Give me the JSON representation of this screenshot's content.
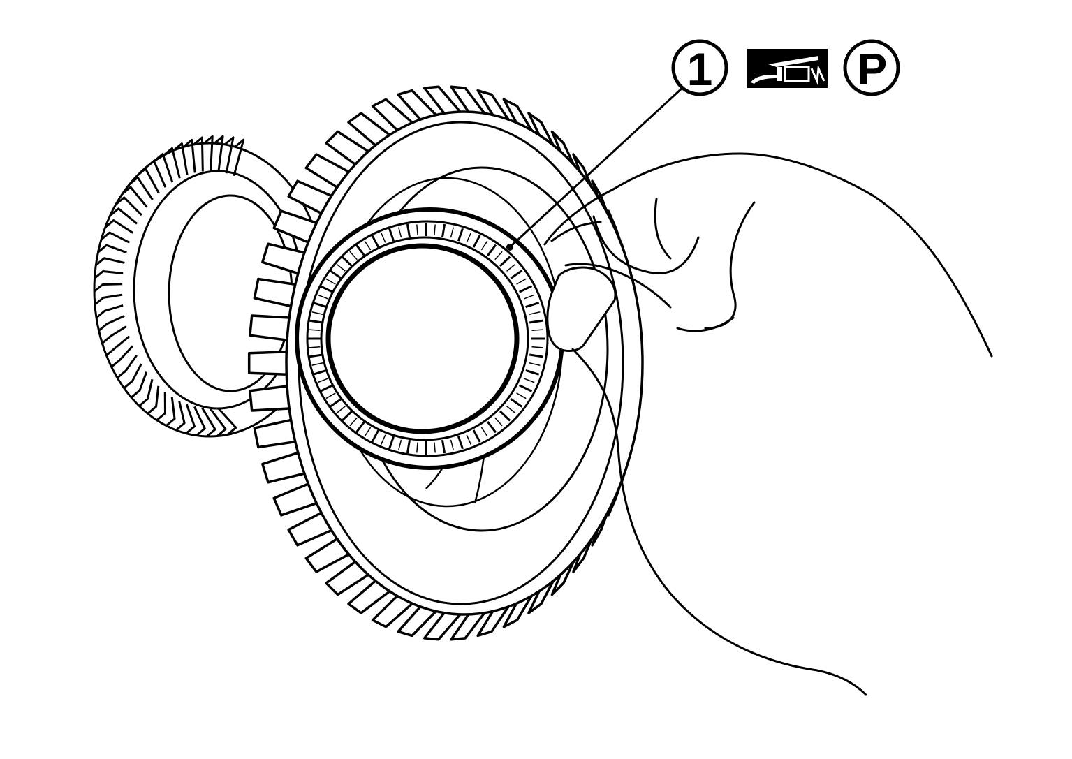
{
  "callouts": [
    {
      "label": "1",
      "part": "needle-bearing"
    }
  ],
  "symbols": {
    "grease_icon": "grease-gun-icon",
    "p_label": "P"
  },
  "colors": {
    "line": "#000000",
    "background": "#ffffff"
  }
}
